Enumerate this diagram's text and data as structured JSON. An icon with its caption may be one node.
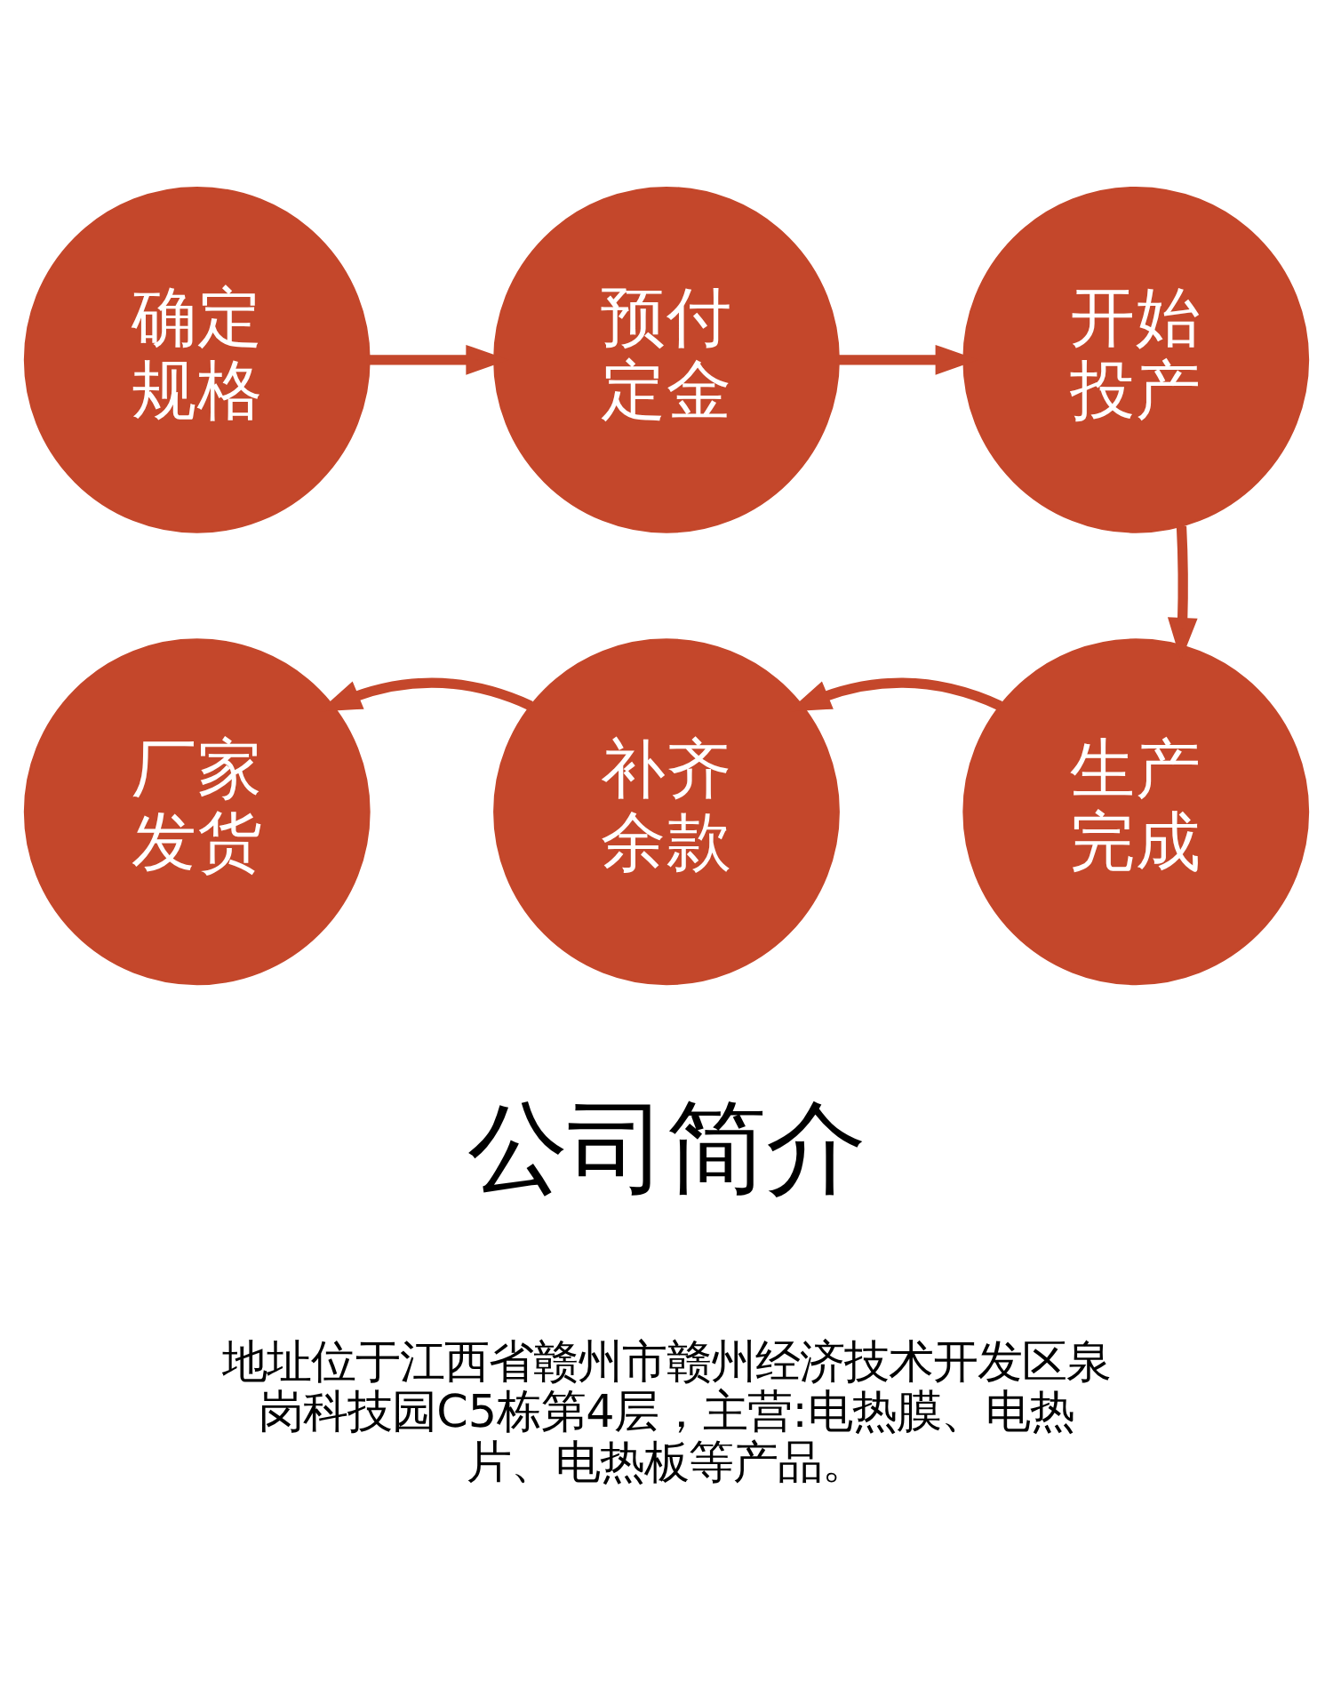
{
  "diagram": {
    "nodes": [
      {
        "text": [
          "确定规格"
        ]
      },
      {
        "text": [
          "预付定金"
        ]
      },
      {
        "text": [
          "开始投产"
        ]
      },
      {
        "text": [
          "生产完成"
        ]
      },
      {
        "text": [
          "补齐余款"
        ]
      },
      {
        "text": [
          "厂家发货"
        ]
      }
    ],
    "edges": [
      {
        "from": 0,
        "to": 1,
        "arrow": "to"
      },
      {
        "from": 1,
        "to": 2,
        "arrow": "to"
      },
      {
        "from": 2,
        "to": 3,
        "arrow": "to"
      },
      {
        "from": 3,
        "to": 4,
        "arrow": "to"
      },
      {
        "from": 4,
        "to": 5,
        "arrow": "to"
      }
    ],
    "labels": [
      "公司简介",
      "地址位于江西省赣州市赣州经济技术开发区泉岗科技园C5栋第4层，主营:电热膜、电热片、电热板等产品。"
    ]
  }
}
